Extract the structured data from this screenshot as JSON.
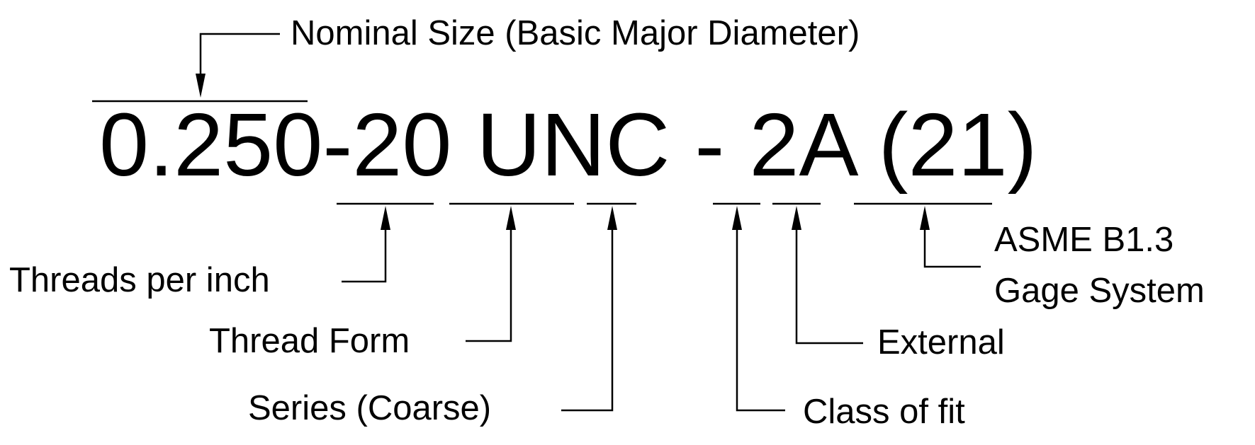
{
  "designation": {
    "size": "0.250",
    "rest": "-20 UNC - 2A (21)"
  },
  "labels": {
    "nominal_size": "Nominal Size (Basic Major Diameter)",
    "threads_per_inch": "Threads per inch",
    "thread_form": "Thread Form",
    "series": "Series (Coarse)",
    "gage_system_line1": "ASME B1.3",
    "gage_system_line2": "Gage System",
    "external": "External",
    "class_of_fit": "Class of fit"
  }
}
